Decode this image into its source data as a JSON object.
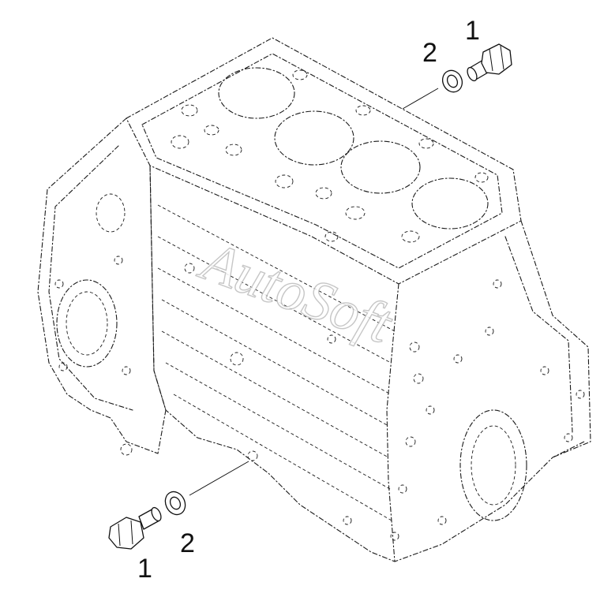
{
  "diagram": {
    "callouts": [
      {
        "id": "top-1",
        "label": "1"
      },
      {
        "id": "top-2",
        "label": "2"
      },
      {
        "id": "bottom-1",
        "label": "1"
      },
      {
        "id": "bottom-2",
        "label": "2"
      }
    ],
    "watermark": "AutoSoft"
  }
}
